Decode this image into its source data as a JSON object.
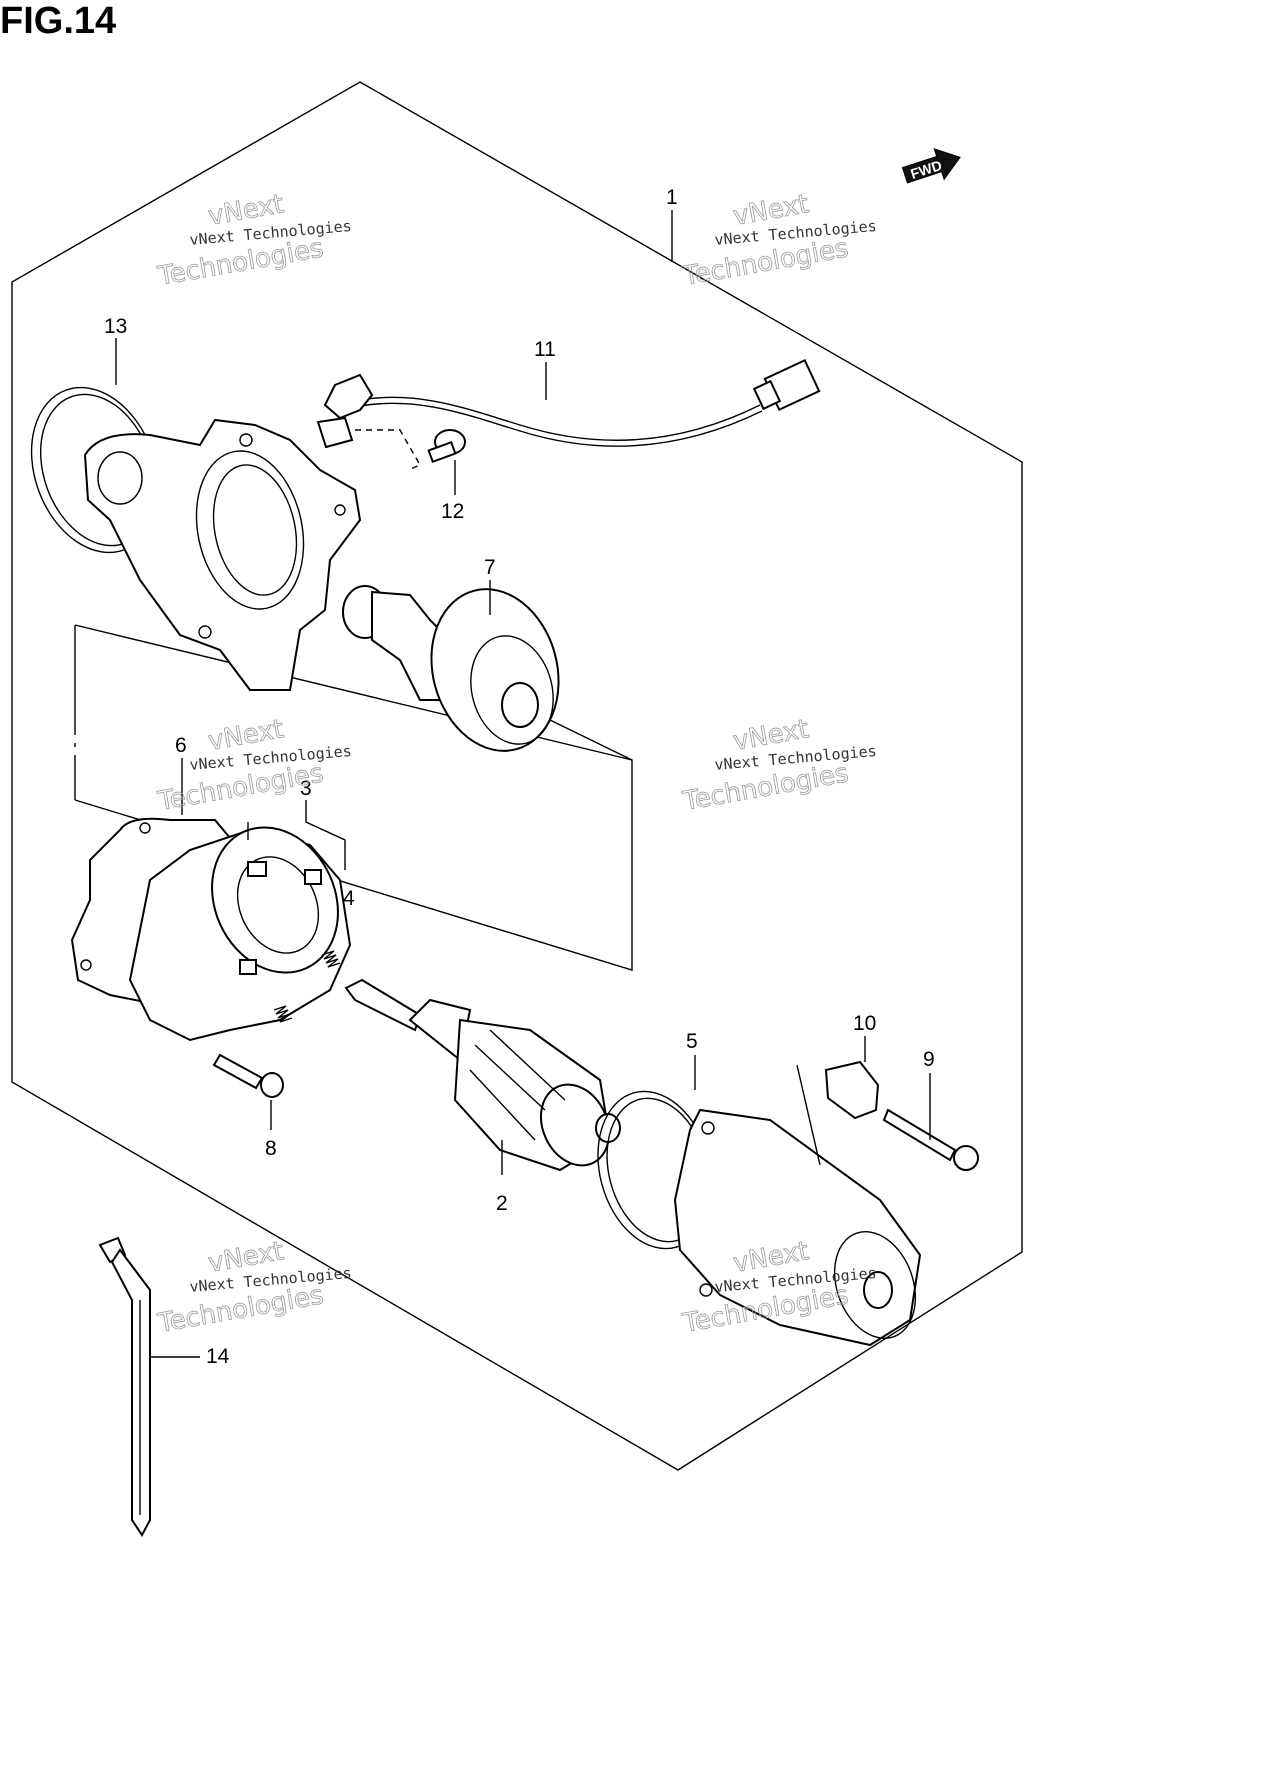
{
  "figure": {
    "title": "FIG.14"
  },
  "fwd_arrow": {
    "label": "FWD"
  },
  "callouts": [
    "1",
    "2",
    "3",
    "4",
    "5",
    "6",
    "7",
    "8",
    "9",
    "10",
    "11",
    "12",
    "13",
    "14"
  ],
  "watermark": {
    "line1": "vNext",
    "line2": "vNext Technologies",
    "line3": "Technologies"
  }
}
